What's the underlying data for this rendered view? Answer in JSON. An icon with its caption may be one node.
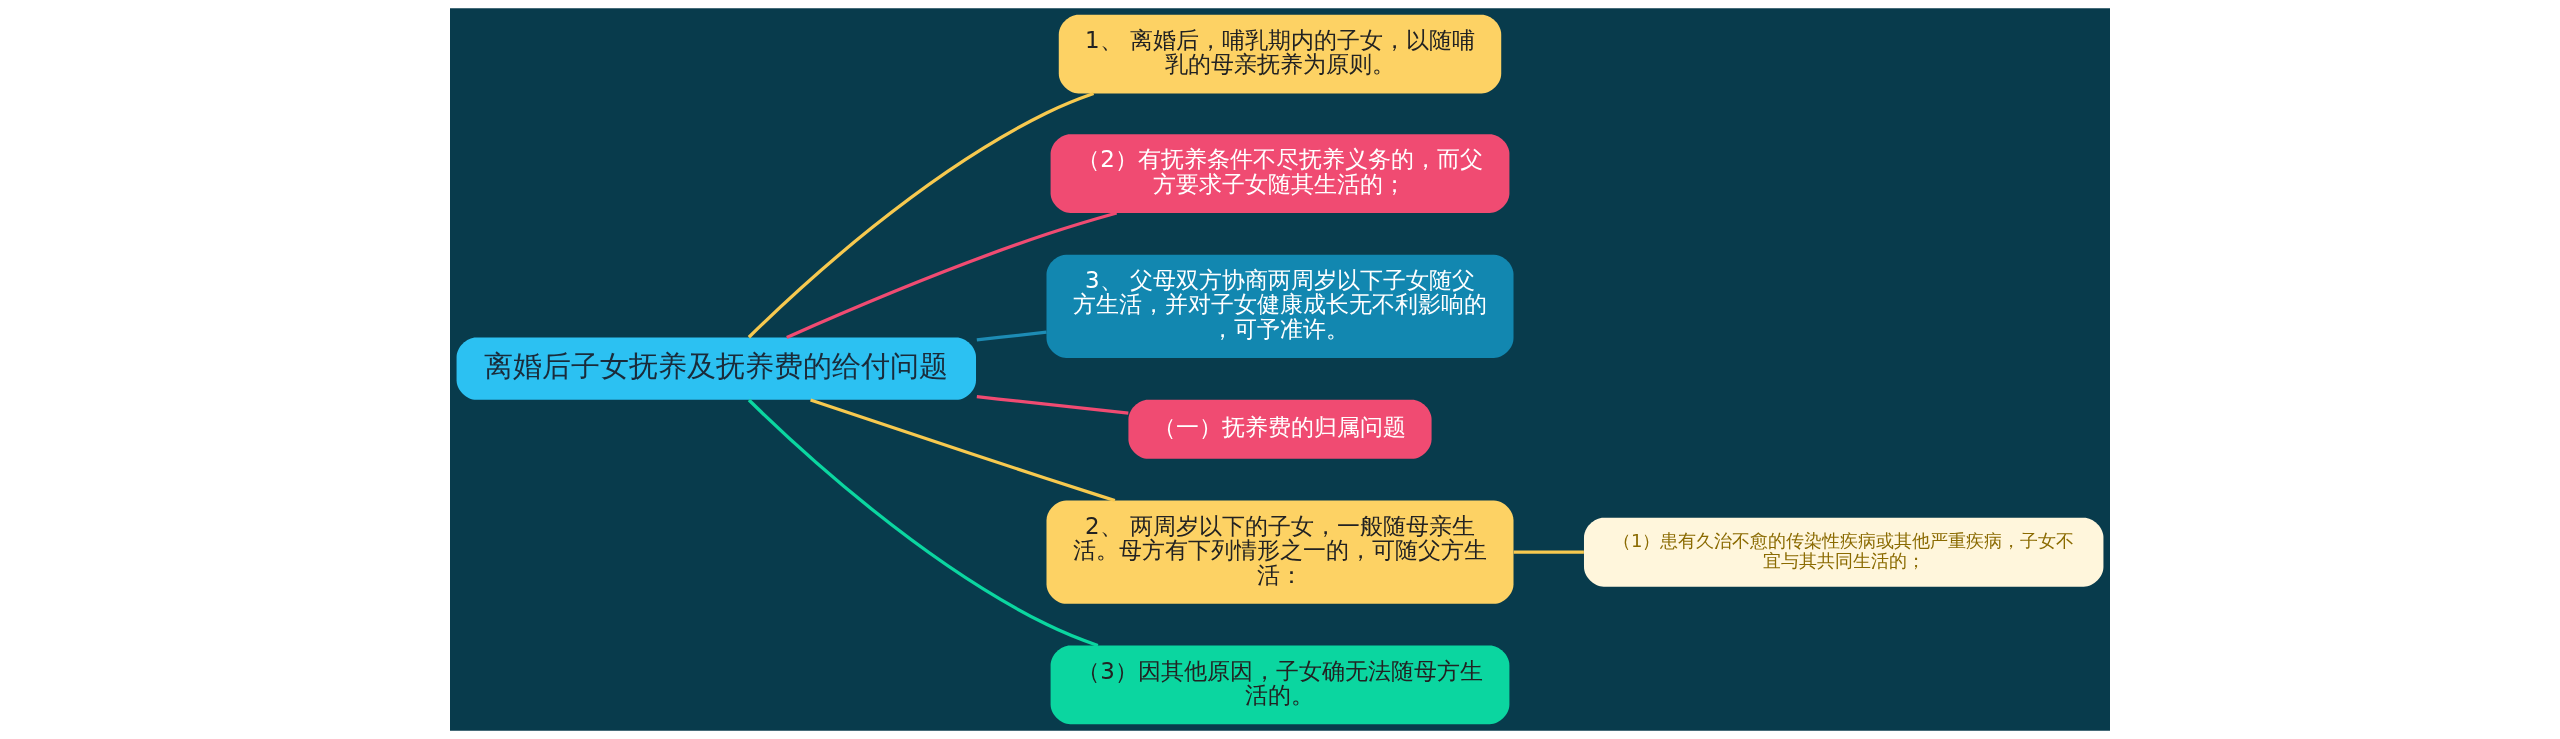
{
  "diagram": {
    "nodes": [
      {
        "text": [
          "离婚后子女抚养及抚养费的给付问题"
        ]
      },
      {
        "text": [
          "1、 离婚后，哺乳期内的子女，以随哺乳的母亲抚养为原则。"
        ]
      },
      {
        "text": [
          "（2）有抚养条件不尽抚养义务的，而父方要求子女随其生活的；"
        ]
      },
      {
        "text": [
          "3、 父母双方协商两周岁以下子女随父方生活，并对子女健康成长无不利影响的，可予准许。"
        ]
      },
      {
        "text": [
          "（一）抚养费的归属问题"
        ]
      },
      {
        "text": [
          "2、 两周岁以下的子女，一般随母亲生活。母方有下列情形之一的，可随父方生活："
        ]
      },
      {
        "text": [
          "（3）因其他原因，子女确无法随母方生活的。"
        ]
      },
      {
        "text": [
          "（1）患有久治不愈的传染性疾病或其他严重疾病，子女不宜与其共同生活的；"
        ]
      }
    ],
    "edges": [
      {
        "from": 0,
        "to": 1,
        "arrow": "none",
        "color": "#f7c94f"
      },
      {
        "from": 0,
        "to": 2,
        "arrow": "none",
        "color": "#f04b72"
      },
      {
        "from": 0,
        "to": 3,
        "arrow": "none",
        "color": "#1d8cb5"
      },
      {
        "from": 0,
        "to": 4,
        "arrow": "none",
        "color": "#f04b72"
      },
      {
        "from": 0,
        "to": 5,
        "arrow": "none",
        "color": "#f7c94f"
      },
      {
        "from": 0,
        "to": 6,
        "arrow": "none",
        "color": "#0bd6a0"
      },
      {
        "from": 5,
        "to": 7,
        "arrow": "none",
        "color": "#f7c94f"
      }
    ]
  }
}
